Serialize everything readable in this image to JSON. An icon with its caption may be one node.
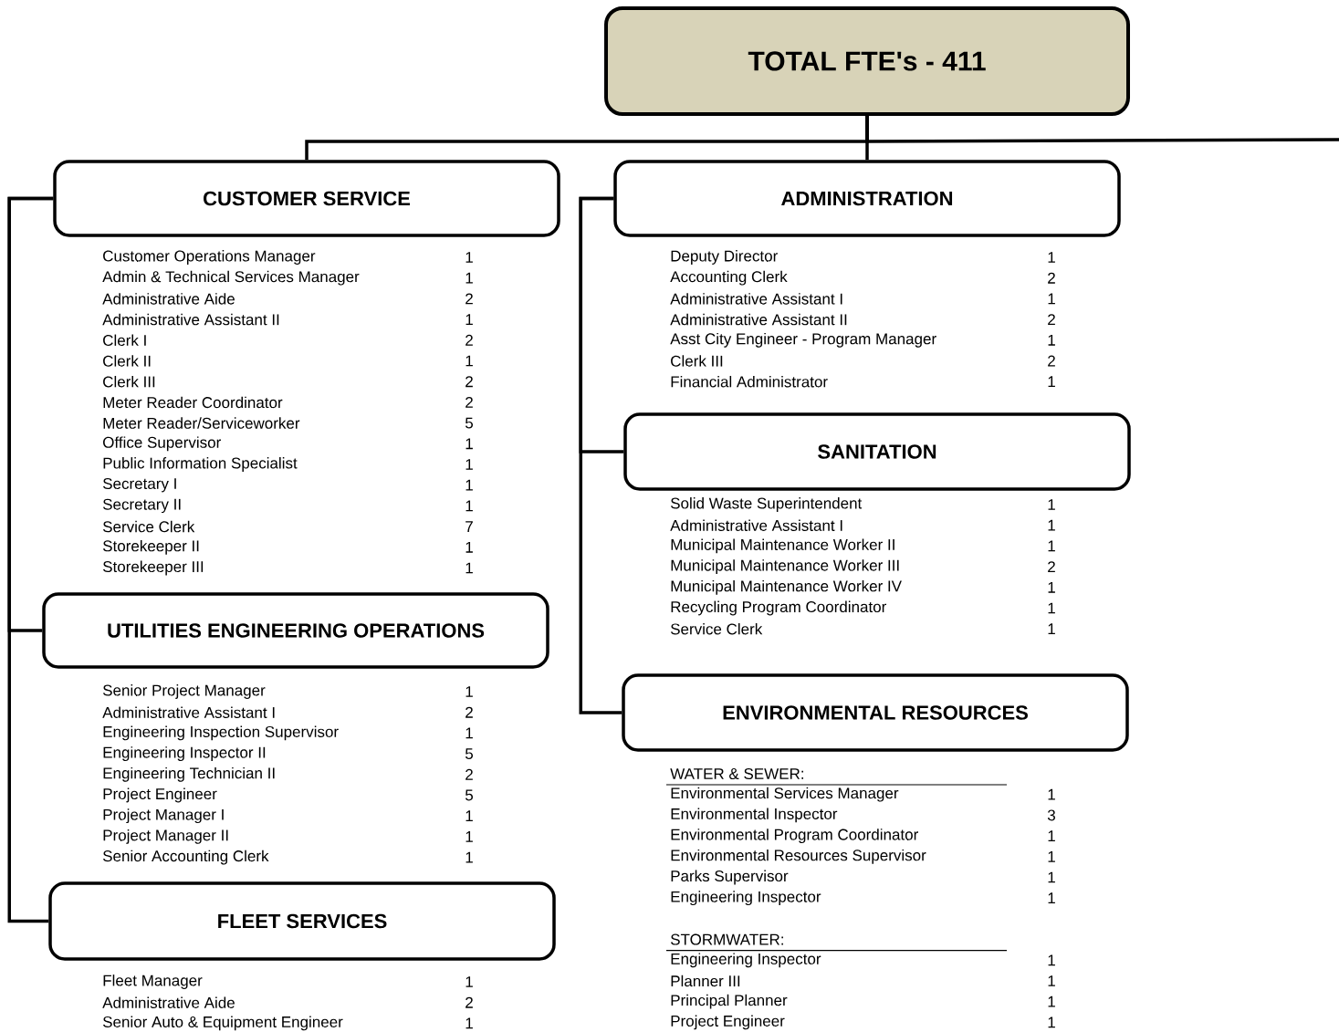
{
  "diagram": {
    "nodes": [
      {
        "text": [
          "TOTAL FTE's - 411"
        ]
      },
      {
        "text": [
          "CUSTOMER SERVICE"
        ],
        "beside": [
          "Customer Operations Manager",
          "1",
          "Admin & Technical Services Manager",
          "1",
          "Administrative Aide",
          "2",
          "Administrative Assistant II",
          "1",
          "Clerk I",
          "2",
          "Clerk II",
          "1",
          "Clerk III",
          "2",
          "Meter Reader Coordinator",
          "2",
          "Meter Reader/Serviceworker",
          "5",
          "Office Supervisor",
          "1",
          "Public Information Specialist",
          "1",
          "Secretary I",
          "1",
          "Secretary II",
          "1",
          "Service Clerk",
          "7",
          "Storekeeper II",
          "1",
          "Storekeeper III",
          "1"
        ]
      },
      {
        "text": [
          "ADMINISTRATION"
        ],
        "beside": [
          "Deputy Director",
          "1",
          "Accounting Clerk",
          "2",
          "Administrative Assistant I",
          "1",
          "Administrative Assistant II",
          "2",
          "Asst City Engineer - Program Manager",
          "1",
          "Clerk III",
          "2",
          "Financial Administrator",
          "1"
        ]
      },
      {
        "text": [
          "SANITATION"
        ],
        "beside": [
          "Solid Waste Superintendent",
          "1",
          "Administrative Assistant I",
          "1",
          "Municipal Maintenance Worker II",
          "1",
          "Municipal Maintenance Worker III",
          "2",
          "Municipal Maintenance Worker IV",
          "1",
          "Recycling Program Coordinator",
          "1",
          "Service Clerk",
          "1"
        ]
      },
      {
        "text": [
          "UTILITIES ENGINEERING OPERATIONS"
        ],
        "beside": [
          "Senior Project Manager",
          "1",
          "Administrative Assistant I",
          "2",
          "Engineering Inspection Supervisor",
          "1",
          "Engineering Inspector II",
          "5",
          "Engineering Technician II",
          "2",
          "Project Engineer",
          "5",
          "Project Manager I",
          "1",
          "Project Manager II",
          "1",
          "Senior Accounting Clerk",
          "1"
        ]
      },
      {
        "text": [
          "ENVIRONMENTAL RESOURCES"
        ],
        "beside": [
          "WATER & SEWER:",
          "Environmental Services Manager",
          "1",
          "Environmental Inspector",
          "3",
          "Environmental Program Coordinator",
          "1",
          "Environmental Resources Supervisor",
          "1",
          "Parks Supervisor",
          "1",
          "Engineering Inspector",
          "1",
          "STORMWATER:",
          "Engineering Inspector",
          "1",
          "Planner III",
          "1",
          "Principal Planner",
          "1",
          "Project Engineer",
          "1"
        ]
      },
      {
        "text": [
          "FLEET SERVICES"
        ],
        "beside": [
          "Fleet Manager",
          "1",
          "Administrative Aide",
          "2",
          "Senior Auto & Equipment Engineer",
          "1"
        ]
      }
    ],
    "edges": [
      {
        "from": 0,
        "to": 1,
        "arrow": "none"
      },
      {
        "from": 0,
        "to": 2,
        "arrow": "none"
      },
      {
        "from": 0,
        "to": null,
        "arrow": "none"
      },
      {
        "from": 1,
        "to": 4,
        "arrow": "none"
      },
      {
        "from": 1,
        "to": 6,
        "arrow": "none"
      },
      {
        "from": 2,
        "to": 3,
        "arrow": "none"
      },
      {
        "from": 2,
        "to": 5,
        "arrow": "none"
      }
    ]
  }
}
